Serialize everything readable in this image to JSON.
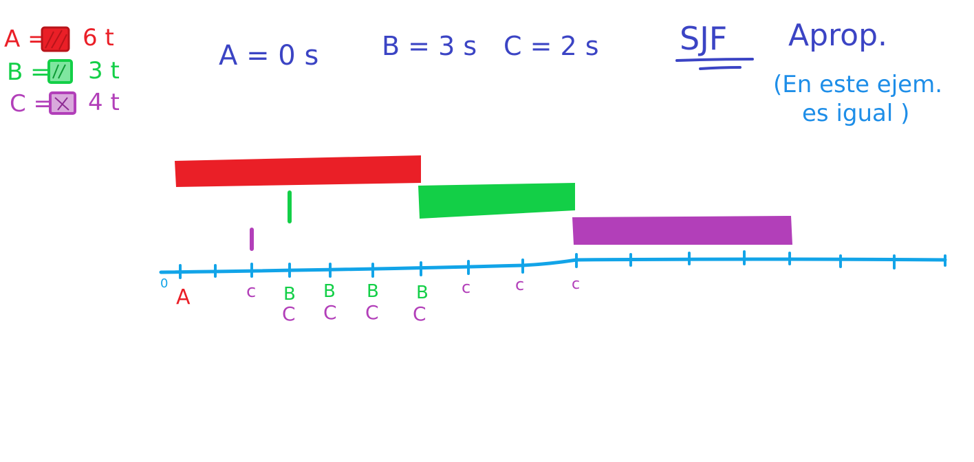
{
  "colors": {
    "A": "#ea1f27",
    "B": "#13cf47",
    "C": "#b23fb9",
    "title_ink": "#3b44c4",
    "note_ink": "#1e8ee8",
    "axis": "#12a4e8"
  },
  "legend": {
    "A": {
      "label": "A =",
      "value": "6 t"
    },
    "B": {
      "label": "B =",
      "value": "3 t"
    },
    "C": {
      "label": "C =",
      "value": "4 t"
    }
  },
  "arrivals": {
    "A": "A = 0 s",
    "B": "B = 3 s",
    "C": "C = 2 s"
  },
  "algorithm": {
    "title": "SJF",
    "mode": "Aprop.",
    "note_line1": "(En este ejem.",
    "note_line2": "es igual )"
  },
  "timeline": {
    "origin_label": "0",
    "process_A": "A",
    "process_B": "B",
    "process_C": "C",
    "process_c": "c"
  },
  "schedule": [
    {
      "process": "A",
      "start": 0,
      "end": 6
    },
    {
      "process": "B",
      "start": 6,
      "end": 9
    },
    {
      "process": "C",
      "start": 9,
      "end": 13
    }
  ],
  "arrival_markers": [
    {
      "process": "C",
      "time": 2
    },
    {
      "process": "B",
      "time": 3
    }
  ]
}
